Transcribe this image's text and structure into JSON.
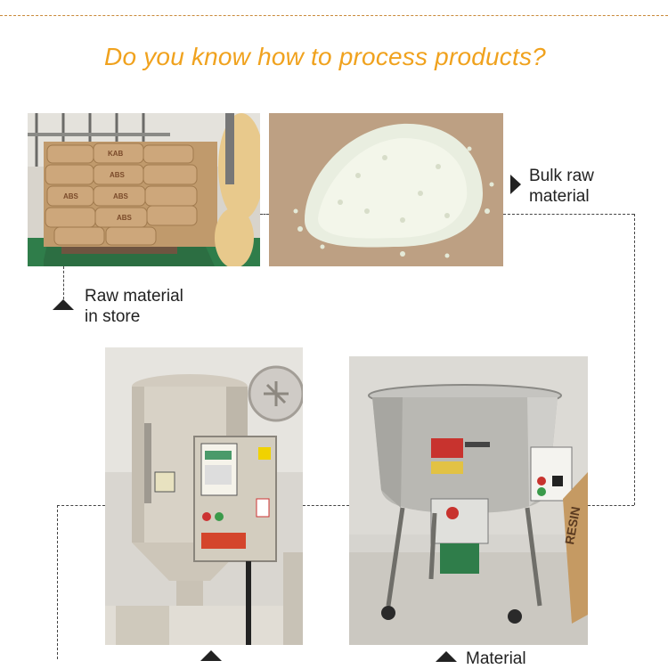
{
  "heading": "Do you know how to process products?",
  "steps": [
    {
      "name": "raw-material-in-store",
      "line1": "Raw material",
      "line2": "in store"
    },
    {
      "name": "bulk-raw-material",
      "line1": "Bulk raw",
      "line2": "material"
    },
    {
      "name": "material-mixing",
      "line1": "Material",
      "line2": ""
    },
    {
      "name": "material-drying",
      "line1": "",
      "line2": ""
    }
  ],
  "photos": {
    "warehouse_bag_labels": [
      "KAB",
      "ABS",
      "ABS",
      "ABS",
      "ABS"
    ],
    "mixer_side_label": "RESIN"
  },
  "colors": {
    "heading": "#f0a21e",
    "rule": "#c98a3a",
    "text": "#222222"
  }
}
